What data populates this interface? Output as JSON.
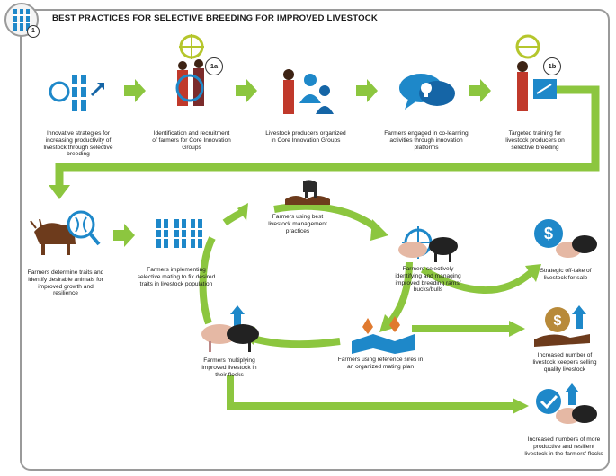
{
  "title": "BEST PRACTICES FOR SELECTIVE BREEDING FOR IMPROVED LIVESTOCK",
  "badges": {
    "main": "1",
    "a": "1a",
    "b": "1b"
  },
  "steps": {
    "s1": "Innovative strategies for increasing productivity of livestock through selective breeding",
    "s2": "Identification and recruitment of farmers for Core Innovation Groups",
    "s3": "Livestock producers organized in Core Innovation Groups",
    "s4": "Farmers engaged in co-learning activities through innovation platforms",
    "s5": "Targeted training for livestock producers on selective breeding",
    "s6": "Farmers determine traits and identify desirable animals for improved growth and resilience",
    "s7": "Farmers implementing selective mating to fix desired traits in livestock population",
    "c1": "Farmers using best livestock management practices",
    "c2": "Farmers selectively identifying and managing improved breeding rams/ bucks/bulls",
    "c3": "Farmers using reference sires in an organized mating plan",
    "c4": "Farmers multiplying improved livestock in their flocks",
    "o1": "Strategic off-take of livestock for sale",
    "o2": "Increased number of livestock keepers selling quality livestock",
    "o3": "Increased numbers of more productive and resilient livestock in the farmers' flocks"
  },
  "colors": {
    "arrow": "#8cc63f",
    "blue": "#1e88c9",
    "dark_blue": "#1565a6",
    "brown": "#6d3b1c",
    "yellow_green": "#b5c62c"
  }
}
